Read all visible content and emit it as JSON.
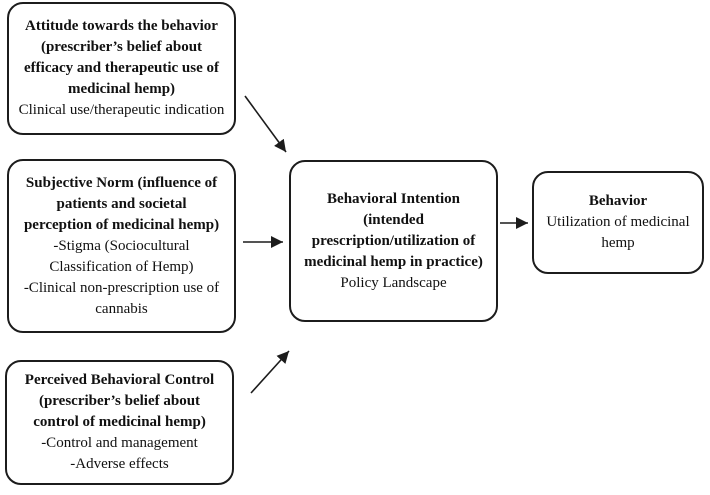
{
  "diagram": {
    "type": "flow-diagram",
    "boxes": {
      "attitude": {
        "title": "Attitude towards the behavior (prescriber’s belief about efficacy and therapeutic use of medicinal hemp)",
        "lines": [
          "Clinical use/therapeutic indication"
        ]
      },
      "subjective_norm": {
        "title": "Subjective Norm (influence of patients and societal perception of medicinal hemp)",
        "lines": [
          "-Stigma (Sociocultural Classification of Hemp)",
          "-Clinical non-prescription use of cannabis"
        ]
      },
      "perceived_control": {
        "title": "Perceived Behavioral Control (prescriber’s belief about control of medicinal hemp)",
        "lines": [
          "-Control and management",
          "-Adverse effects"
        ]
      },
      "intention": {
        "title": "Behavioral Intention (intended prescription/utilization of medicinal hemp in practice)",
        "lines": [
          "Policy Landscape"
        ]
      },
      "behavior": {
        "title": "Behavior",
        "lines": [
          "Utilization of medicinal hemp"
        ]
      }
    },
    "arrows": [
      {
        "from": "attitude",
        "to": "intention"
      },
      {
        "from": "subjective_norm",
        "to": "intention"
      },
      {
        "from": "perceived_control",
        "to": "intention"
      },
      {
        "from": "intention",
        "to": "behavior"
      }
    ],
    "colors": {
      "background": "#ffffff",
      "border": "#1c1c1c",
      "text": "#111111",
      "arrow": "#1c1c1c"
    }
  }
}
